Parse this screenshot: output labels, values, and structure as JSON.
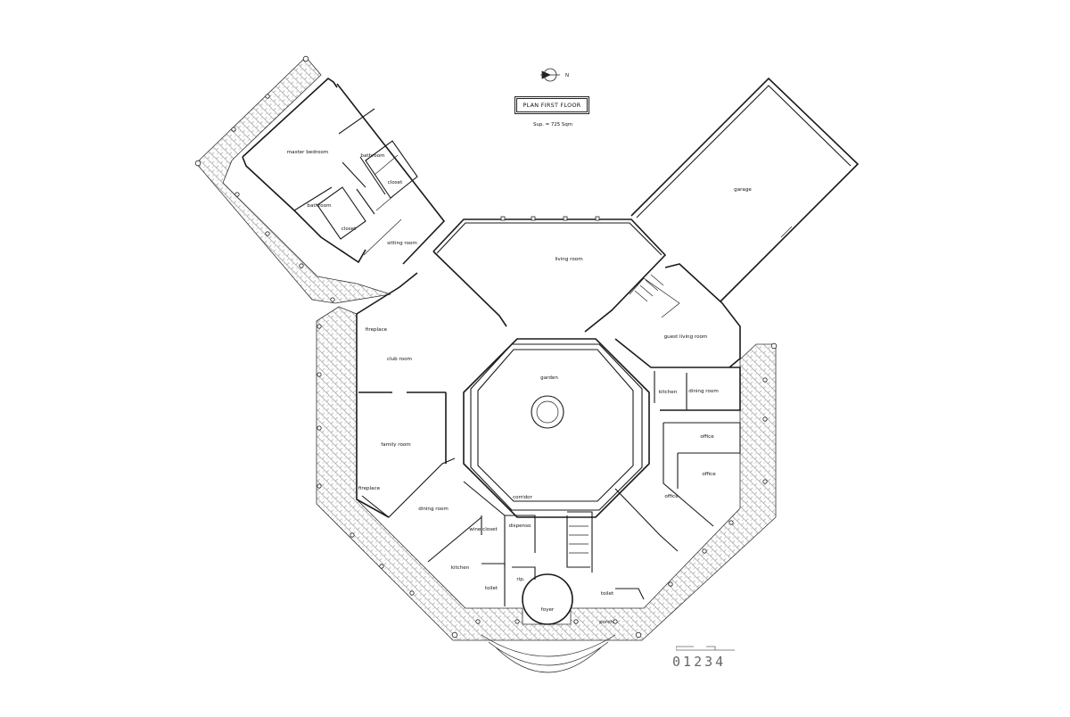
{
  "title": "PLAN FIRST FLOOR",
  "area_note": "Sup. = 725 Sqm",
  "north_label": "N",
  "scale_numbers": [
    "0",
    "1",
    "2",
    "3",
    "4"
  ],
  "rooms": {
    "master_bedroom": "master bedroom",
    "bathroom_upper": "bathroom",
    "closet_upper": "closet",
    "bathroom_lower": "bathroom",
    "closet_lower": "closet",
    "sitting_room": "sitting room",
    "living_room": "living room",
    "garage": "garage",
    "guest_living_room": "guest living room",
    "kitchen_guest": "kitchen",
    "dining_room_guest": "dining room",
    "office_1": "office",
    "office_2": "office",
    "office_3": "office",
    "fireplace_club": "fireplace",
    "club_room": "club room",
    "garden": "garden",
    "family_room": "family room",
    "fireplace_family": "fireplace",
    "dining_room": "dining room",
    "wine_closet": "wine closet",
    "dispenser": "dispenso",
    "corridor": "corridor",
    "kitchen": "kitchen",
    "rip": "rip.",
    "toilet_left": "toilet",
    "toilet_right": "toilet",
    "foyer": "foyer",
    "porch": "porch"
  }
}
